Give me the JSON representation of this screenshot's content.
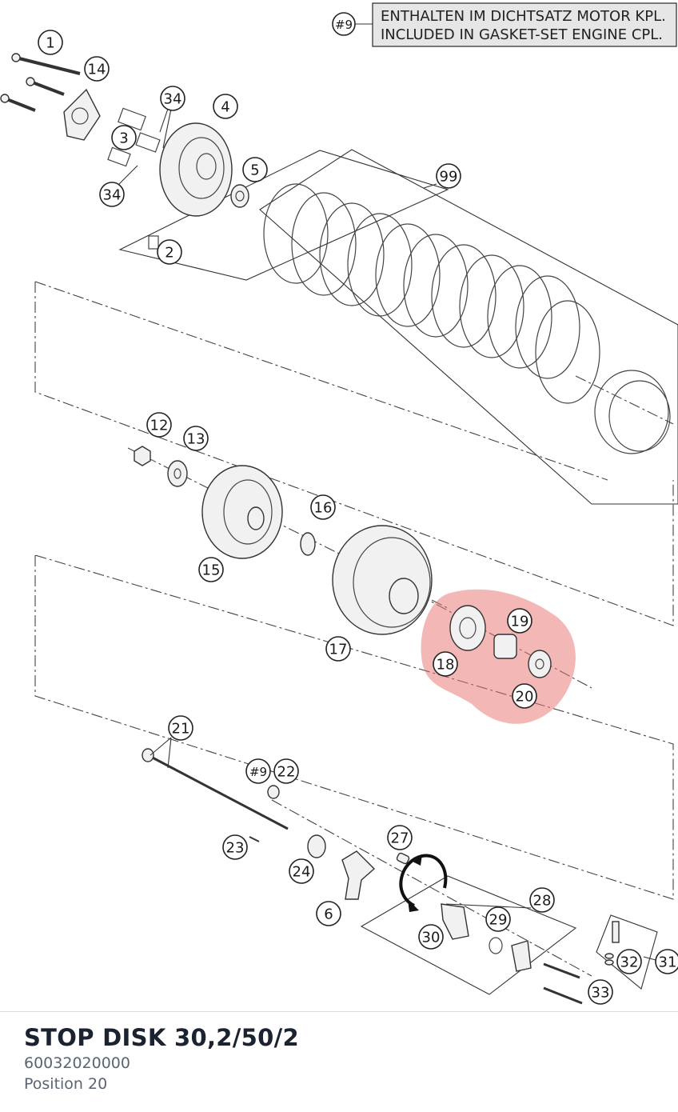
{
  "note": {
    "ref": "#9",
    "line1": "ENTHALTEN IM DICHTSATZ MOTOR KPL.",
    "line2": "INCLUDED IN GASKET-SET ENGINE CPL."
  },
  "callouts": {
    "c1": "1",
    "c2": "2",
    "c3": "3",
    "c4": "4",
    "c5": "5",
    "c6": "6",
    "c12": "12",
    "c13": "13",
    "c14": "14",
    "c15": "15",
    "c16": "16",
    "c17": "17",
    "c18": "18",
    "c19": "19",
    "c20": "20",
    "c21": "21",
    "c22": "22",
    "c23": "23",
    "c24": "24",
    "c27": "27",
    "c28": "28",
    "c29": "29",
    "c30": "30",
    "c31": "31",
    "c32": "32",
    "c33": "33",
    "c34a": "34",
    "c34b": "34",
    "c99": "99",
    "c9": "#9"
  },
  "highlight": {
    "color": "#e8716c",
    "positions": [
      "18",
      "19",
      "20"
    ]
  },
  "part": {
    "title": "STOP DISK 30,2/50/2",
    "number": "60032020000",
    "position": "Position 20"
  }
}
